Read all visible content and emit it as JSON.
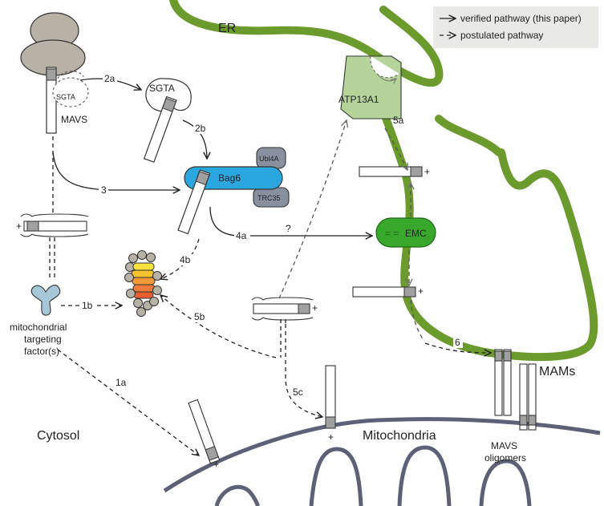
{
  "compartments": {
    "er": "ER",
    "cytosol": "Cytosol",
    "mitochondria": "Mitochondria",
    "mams": "MAMs"
  },
  "legend": {
    "verified": "verified pathway (this paper)",
    "postulated": "postulated pathway"
  },
  "proteins": {
    "mavs": "MAVS",
    "sgta_small": "SGTA",
    "sgta": "SGTA",
    "bag6": "Bag6",
    "ubl4a": "Ubl4A",
    "trc35": "TRC35",
    "atp13a1": "ATP13A1",
    "emc": "EMC",
    "emc_marks": "= =",
    "targeting_factor": [
      "mitochondrial",
      "targeting",
      "factor(s)"
    ],
    "oligomers": [
      "MAVS",
      "oligomers"
    ]
  },
  "steps": {
    "s1a": "1a",
    "s1b": "1b",
    "s2a": "2a",
    "s2b": "2b",
    "s3": "3",
    "s4a": "4a",
    "s4b": "4b",
    "s5a": "5a",
    "s5b": "5b",
    "s5c": "5c",
    "s6": "6",
    "unknown": "?"
  },
  "terminus_mark": "+",
  "colors": {
    "er_membrane": "#6b9a2d",
    "mito_membrane": "#5d6178",
    "bag6": "#2aa7df",
    "bag6_partner": "#8791a0",
    "atp13a1": "#b5d49a",
    "emc": "#38a82c",
    "ribosome": "#b7b1a6",
    "targeting_factor": "#a7c7d9",
    "tm_segment": "#a0a0a0"
  }
}
